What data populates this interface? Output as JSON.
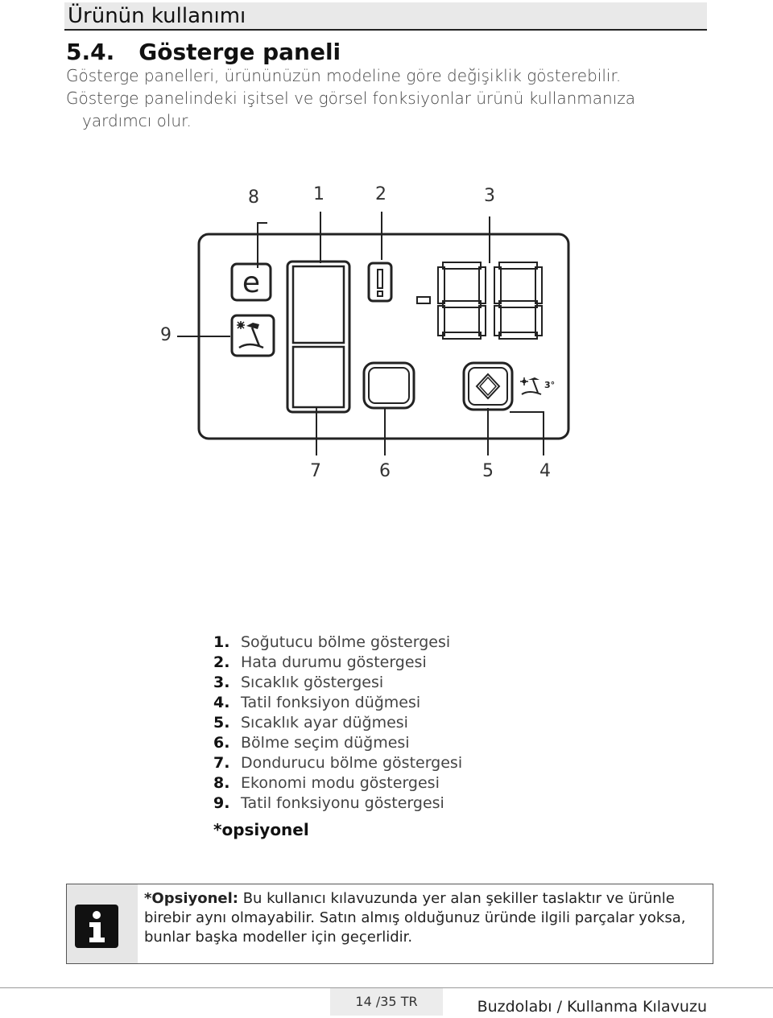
{
  "header": {
    "chapter_title": "Ürünün kullanımı"
  },
  "section": {
    "number": "5.4.",
    "title": "Gösterge paneli",
    "intro_line1": "Gösterge panelleri, ürününüzün modeline göre değişiklik gösterebilir.",
    "intro_line2": "Gösterge panelindeki işitsel ve görsel fonksiyonlar ürünü kullanmanıza",
    "intro_line3": "yardımcı olur."
  },
  "diagram": {
    "callouts": {
      "c1": "1",
      "c2": "2",
      "c3": "3",
      "c4": "4",
      "c5": "5",
      "c6": "6",
      "c7": "7",
      "c8": "8",
      "c9": "9"
    },
    "icons": [
      "economy-e-icon",
      "holiday-icon",
      "warning-exclamation-icon",
      "seven-segment-display",
      "compartment-select-button",
      "temperature-adjust-button",
      "holiday-button-icon"
    ]
  },
  "legend": {
    "items": [
      {
        "num": "1.",
        "label": "Soğutucu bölme göstergesi"
      },
      {
        "num": "2.",
        "label": "Hata durumu göstergesi"
      },
      {
        "num": "3.",
        "label": "Sıcaklık göstergesi"
      },
      {
        "num": "4.",
        "label": "Tatil fonksiyon düğmesi"
      },
      {
        "num": "5.",
        "label": "Sıcaklık ayar düğmesi"
      },
      {
        "num": "6.",
        "label": "Bölme seçim düğmesi"
      },
      {
        "num": "7.",
        "label": "Dondurucu bölme göstergesi"
      },
      {
        "num": "8.",
        "label": "Ekonomi modu göstergesi"
      },
      {
        "num": "9.",
        "label": "Tatil fonksiyonu göstergesi"
      }
    ],
    "optional_note": "*opsiyonel"
  },
  "notice": {
    "bold_label": "*Opsiyonel:",
    "text_line1": " Bu kullanıcı kılavuzunda yer alan şekiller taslaktır ve ürünle",
    "text_line2": "birebir aynı olmayabilir. Satın almış olduğunuz üründe ilgili parçalar yoksa,",
    "text_line3": "bunlar başka modeller için geçerlidir."
  },
  "footer": {
    "page": "14 /35 TR",
    "title": "Buzdolabı / Kullanma Kılavuzu"
  }
}
